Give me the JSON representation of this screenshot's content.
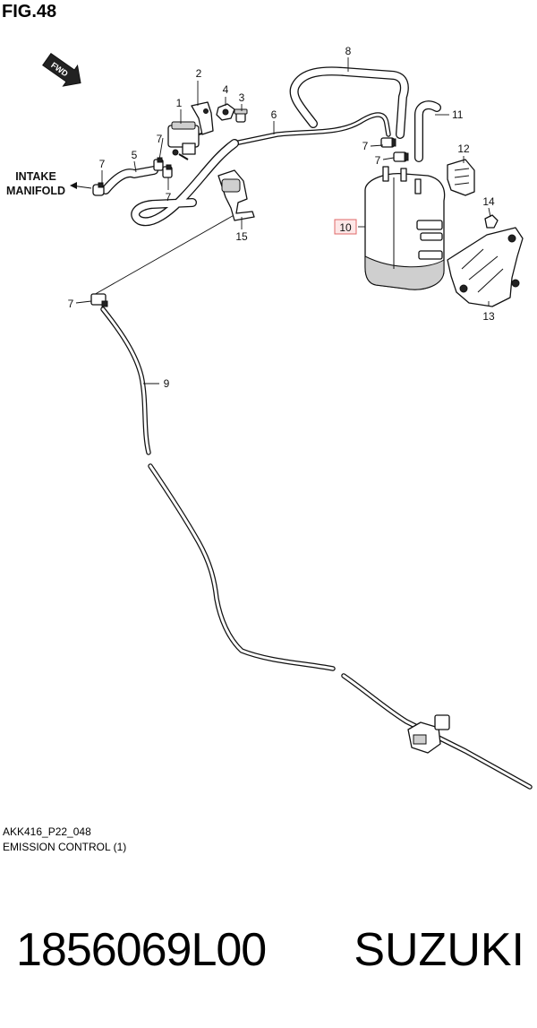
{
  "figure": {
    "title": "FIG.48",
    "direction_marker": "FWD",
    "location_label": [
      "INTAKE",
      "MANIFOLD"
    ],
    "callouts": {
      "n1": "1",
      "n2": "2",
      "n3": "3",
      "n4": "4",
      "n5": "5",
      "n6": "6",
      "n7": "7",
      "n8": "8",
      "n9": "9",
      "n10": "10",
      "n11": "11",
      "n12": "12",
      "n13": "13",
      "n14": "14",
      "n15": "15"
    },
    "highlighted_callout": "10",
    "highlight_color": "#e06a6a"
  },
  "caption": {
    "code": "AKK416_P22_048",
    "description": "EMISSION CONTROL (1)"
  },
  "footer": {
    "part_number": "1856069L00",
    "brand": "SUZUKI"
  }
}
